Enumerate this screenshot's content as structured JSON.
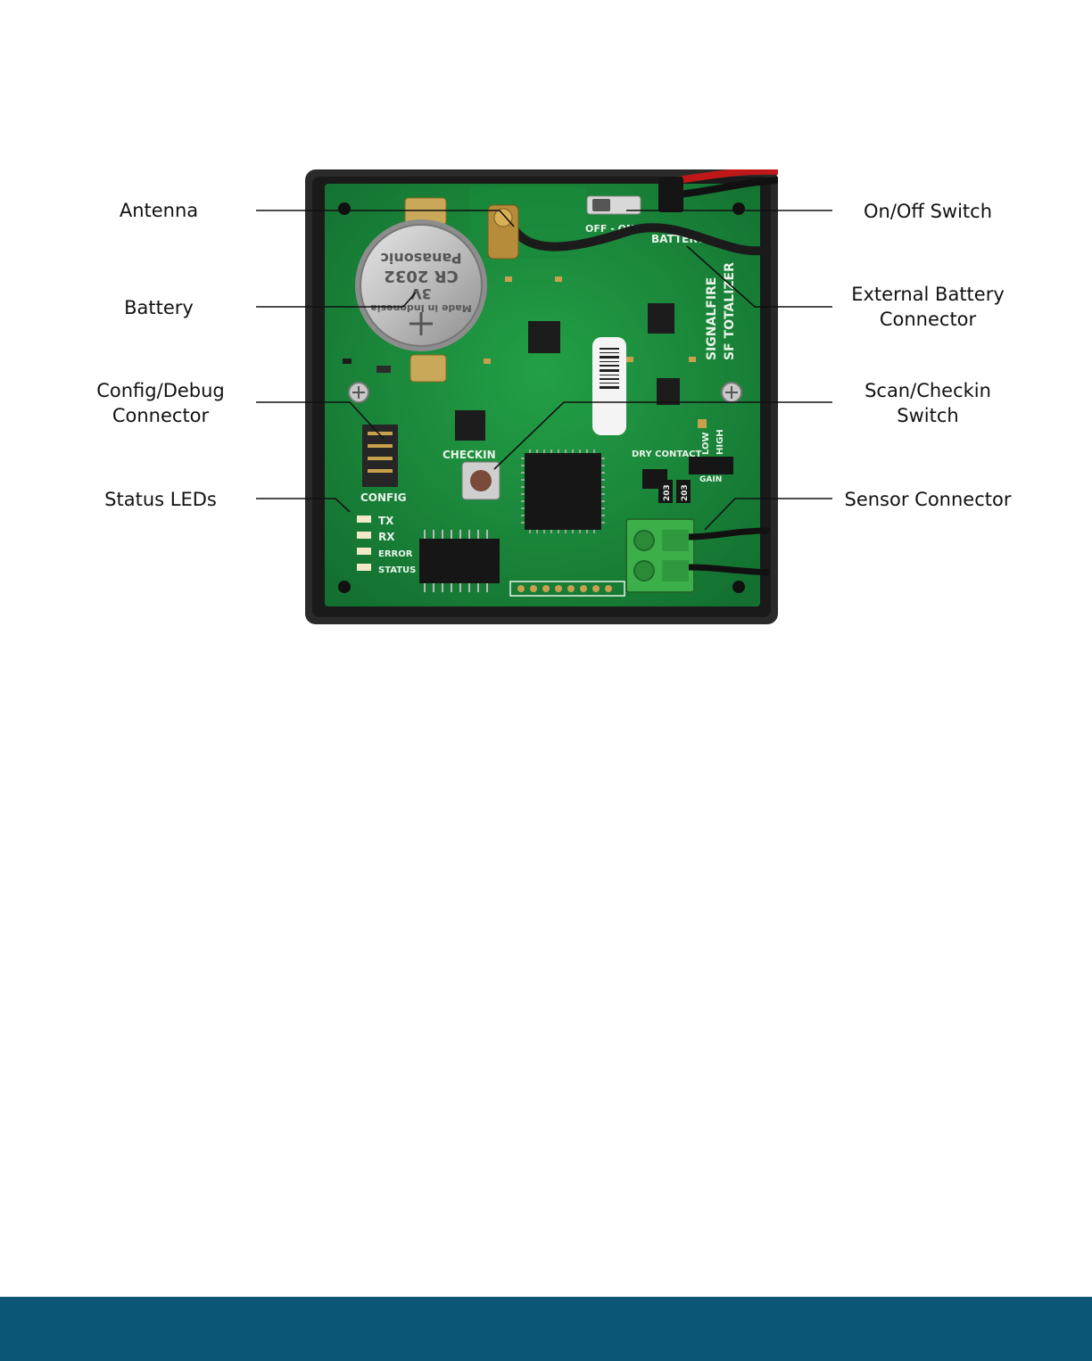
{
  "callouts": {
    "antenna": {
      "lines": [
        "Antenna"
      ]
    },
    "battery": {
      "lines": [
        "Battery"
      ]
    },
    "config_debug": {
      "lines": [
        "Config/Debug",
        "Connector"
      ]
    },
    "status_leds": {
      "lines": [
        "Status LEDs"
      ]
    },
    "on_off_switch": {
      "lines": [
        "On/Off Switch"
      ]
    },
    "external_battery": {
      "lines": [
        "External Battery",
        "Connector"
      ]
    },
    "scan_checkin": {
      "lines": [
        "Scan/Checkin",
        "Switch"
      ]
    },
    "sensor_connector": {
      "lines": [
        "Sensor Connector"
      ]
    }
  },
  "board": {
    "brand": "SIGNALFIRE",
    "model": "SF TOTALIZER",
    "coin_cell": {
      "brand": "Panasonic",
      "model": "CR 2032",
      "voltage": "3V",
      "origin": "Made in Indonesia"
    },
    "silkscreen": {
      "switch": "OFF - ON",
      "battery": "BATTERY",
      "checkin": "CHECKIN",
      "config": "CONFIG",
      "dry_contact": "DRY CONTACT",
      "gain": "GAIN",
      "low": "LOW",
      "high": "HIGH",
      "led_labels": [
        "TX",
        "RX",
        "ERROR",
        "STATUS"
      ],
      "resistor_code": "203"
    }
  },
  "colors": {
    "pcb": "#1e8a3c",
    "enclosure": "#2a2a2a",
    "footer": "#0b5577",
    "terminal_block": "#3cae4a"
  }
}
